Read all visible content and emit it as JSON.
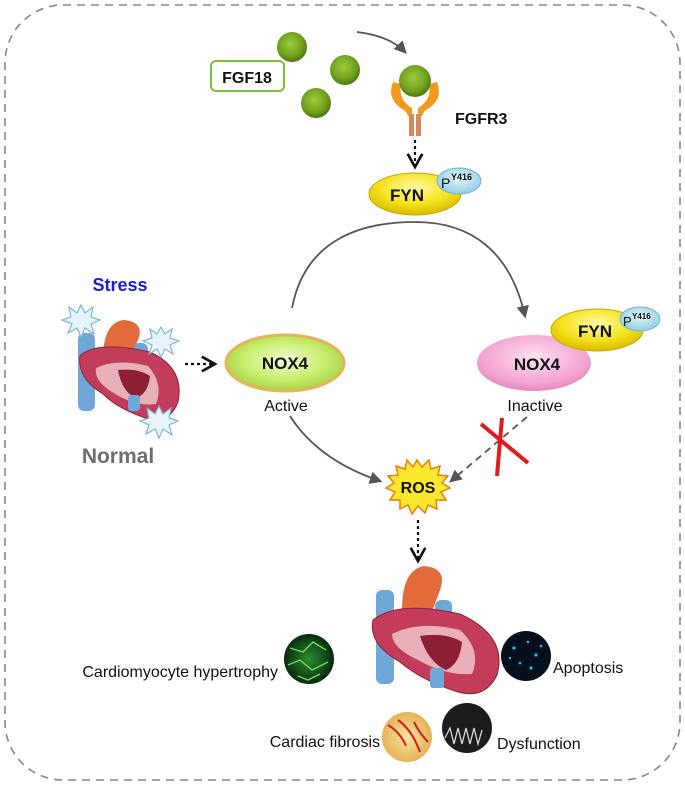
{
  "labels": {
    "fgf18": "FGF18",
    "fgfr3": "FGFR3",
    "fyn_top": "FYN",
    "phospho_top": "P",
    "phospho_site_top": "Y416",
    "stress": "Stress",
    "normal": "Normal",
    "nox4_active": "NOX4",
    "active": "Active",
    "fyn_complex": "FYN",
    "phospho_complex": "P",
    "phospho_site_complex": "Y416",
    "nox4_inactive": "NOX4",
    "inactive": "Inactive",
    "ros": "ROS",
    "hypertrophy": "Cardiomyocyte hypertrophy",
    "apoptosis": "Apoptosis",
    "fibrosis": "Cardiac fibrosis",
    "dysfunction": "Dysfunction"
  },
  "colors": {
    "stress_text": "#1a1adb",
    "normal_text": "#6e6e6e",
    "ligand_green": "#6f9e1e",
    "fgf18_border": "#7bbf3a",
    "receptor_orange": "#f29a1c",
    "fyn_yellow": "#f4e31a",
    "phospho_blue": "#a9d9ea",
    "nox4_active_green": "#c6ec6a",
    "nox4_inactive_pink": "#f4a3d2",
    "ros_burst": "#fbe82c",
    "inhibit_red": "#e01b1b",
    "arrow_gray": "#555555",
    "frame_gray": "#888888"
  }
}
